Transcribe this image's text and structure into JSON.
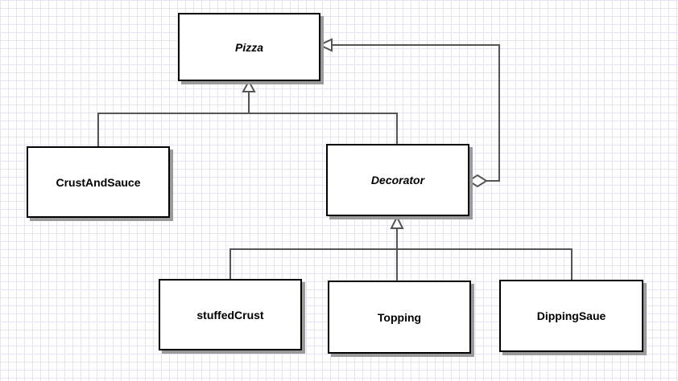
{
  "classes": {
    "pizza": "Pizza",
    "crust_and_sauce": "CrustAndSauce",
    "decorator": "Decorator",
    "stuffed_crust": "stuffedCrust",
    "topping": "Topping",
    "dipping_sauce": "DippingSaue"
  },
  "relationships": [
    {
      "type": "inheritance",
      "from": "CrustAndSauce",
      "to": "Pizza"
    },
    {
      "type": "inheritance",
      "from": "Decorator",
      "to": "Pizza"
    },
    {
      "type": "aggregation",
      "from": "Decorator",
      "to": "Pizza"
    },
    {
      "type": "inheritance",
      "from": "stuffedCrust",
      "to": "Decorator"
    },
    {
      "type": "inheritance",
      "from": "Topping",
      "to": "Decorator"
    },
    {
      "type": "inheritance",
      "from": "DippingSaue",
      "to": "Decorator"
    }
  ]
}
